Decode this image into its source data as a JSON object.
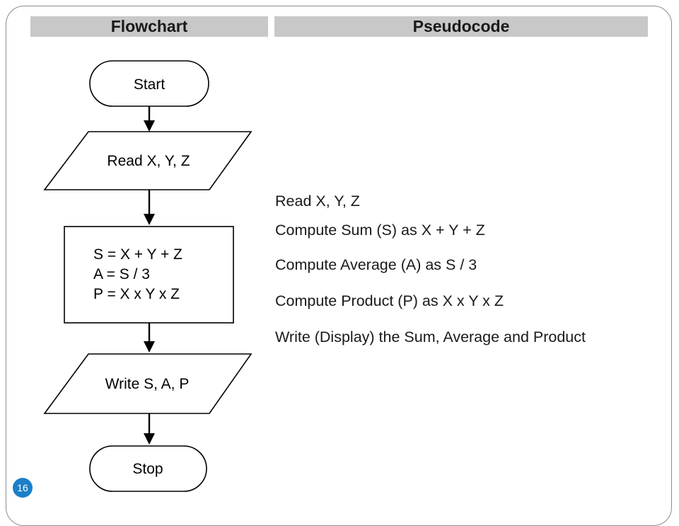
{
  "headers": {
    "flowchart": "Flowchart",
    "pseudocode": "Pseudocode"
  },
  "flowchart": {
    "start": "Start",
    "input": "Read X, Y, Z",
    "process": [
      "S = X + Y + Z",
      "A = S / 3",
      "P = X x Y x Z"
    ],
    "output": "Write S, A, P",
    "stop": "Stop"
  },
  "pseudocode": [
    "Read X, Y, Z",
    "Compute Sum (S) as X + Y + Z",
    "Compute Average (A) as S / 3",
    "Compute Product (P) as X x Y x Z",
    "Write (Display) the Sum, Average and Product"
  ],
  "page_number": "16",
  "colors": {
    "header_bg": "#c8c8c8",
    "badge": "#1c7fc7"
  }
}
